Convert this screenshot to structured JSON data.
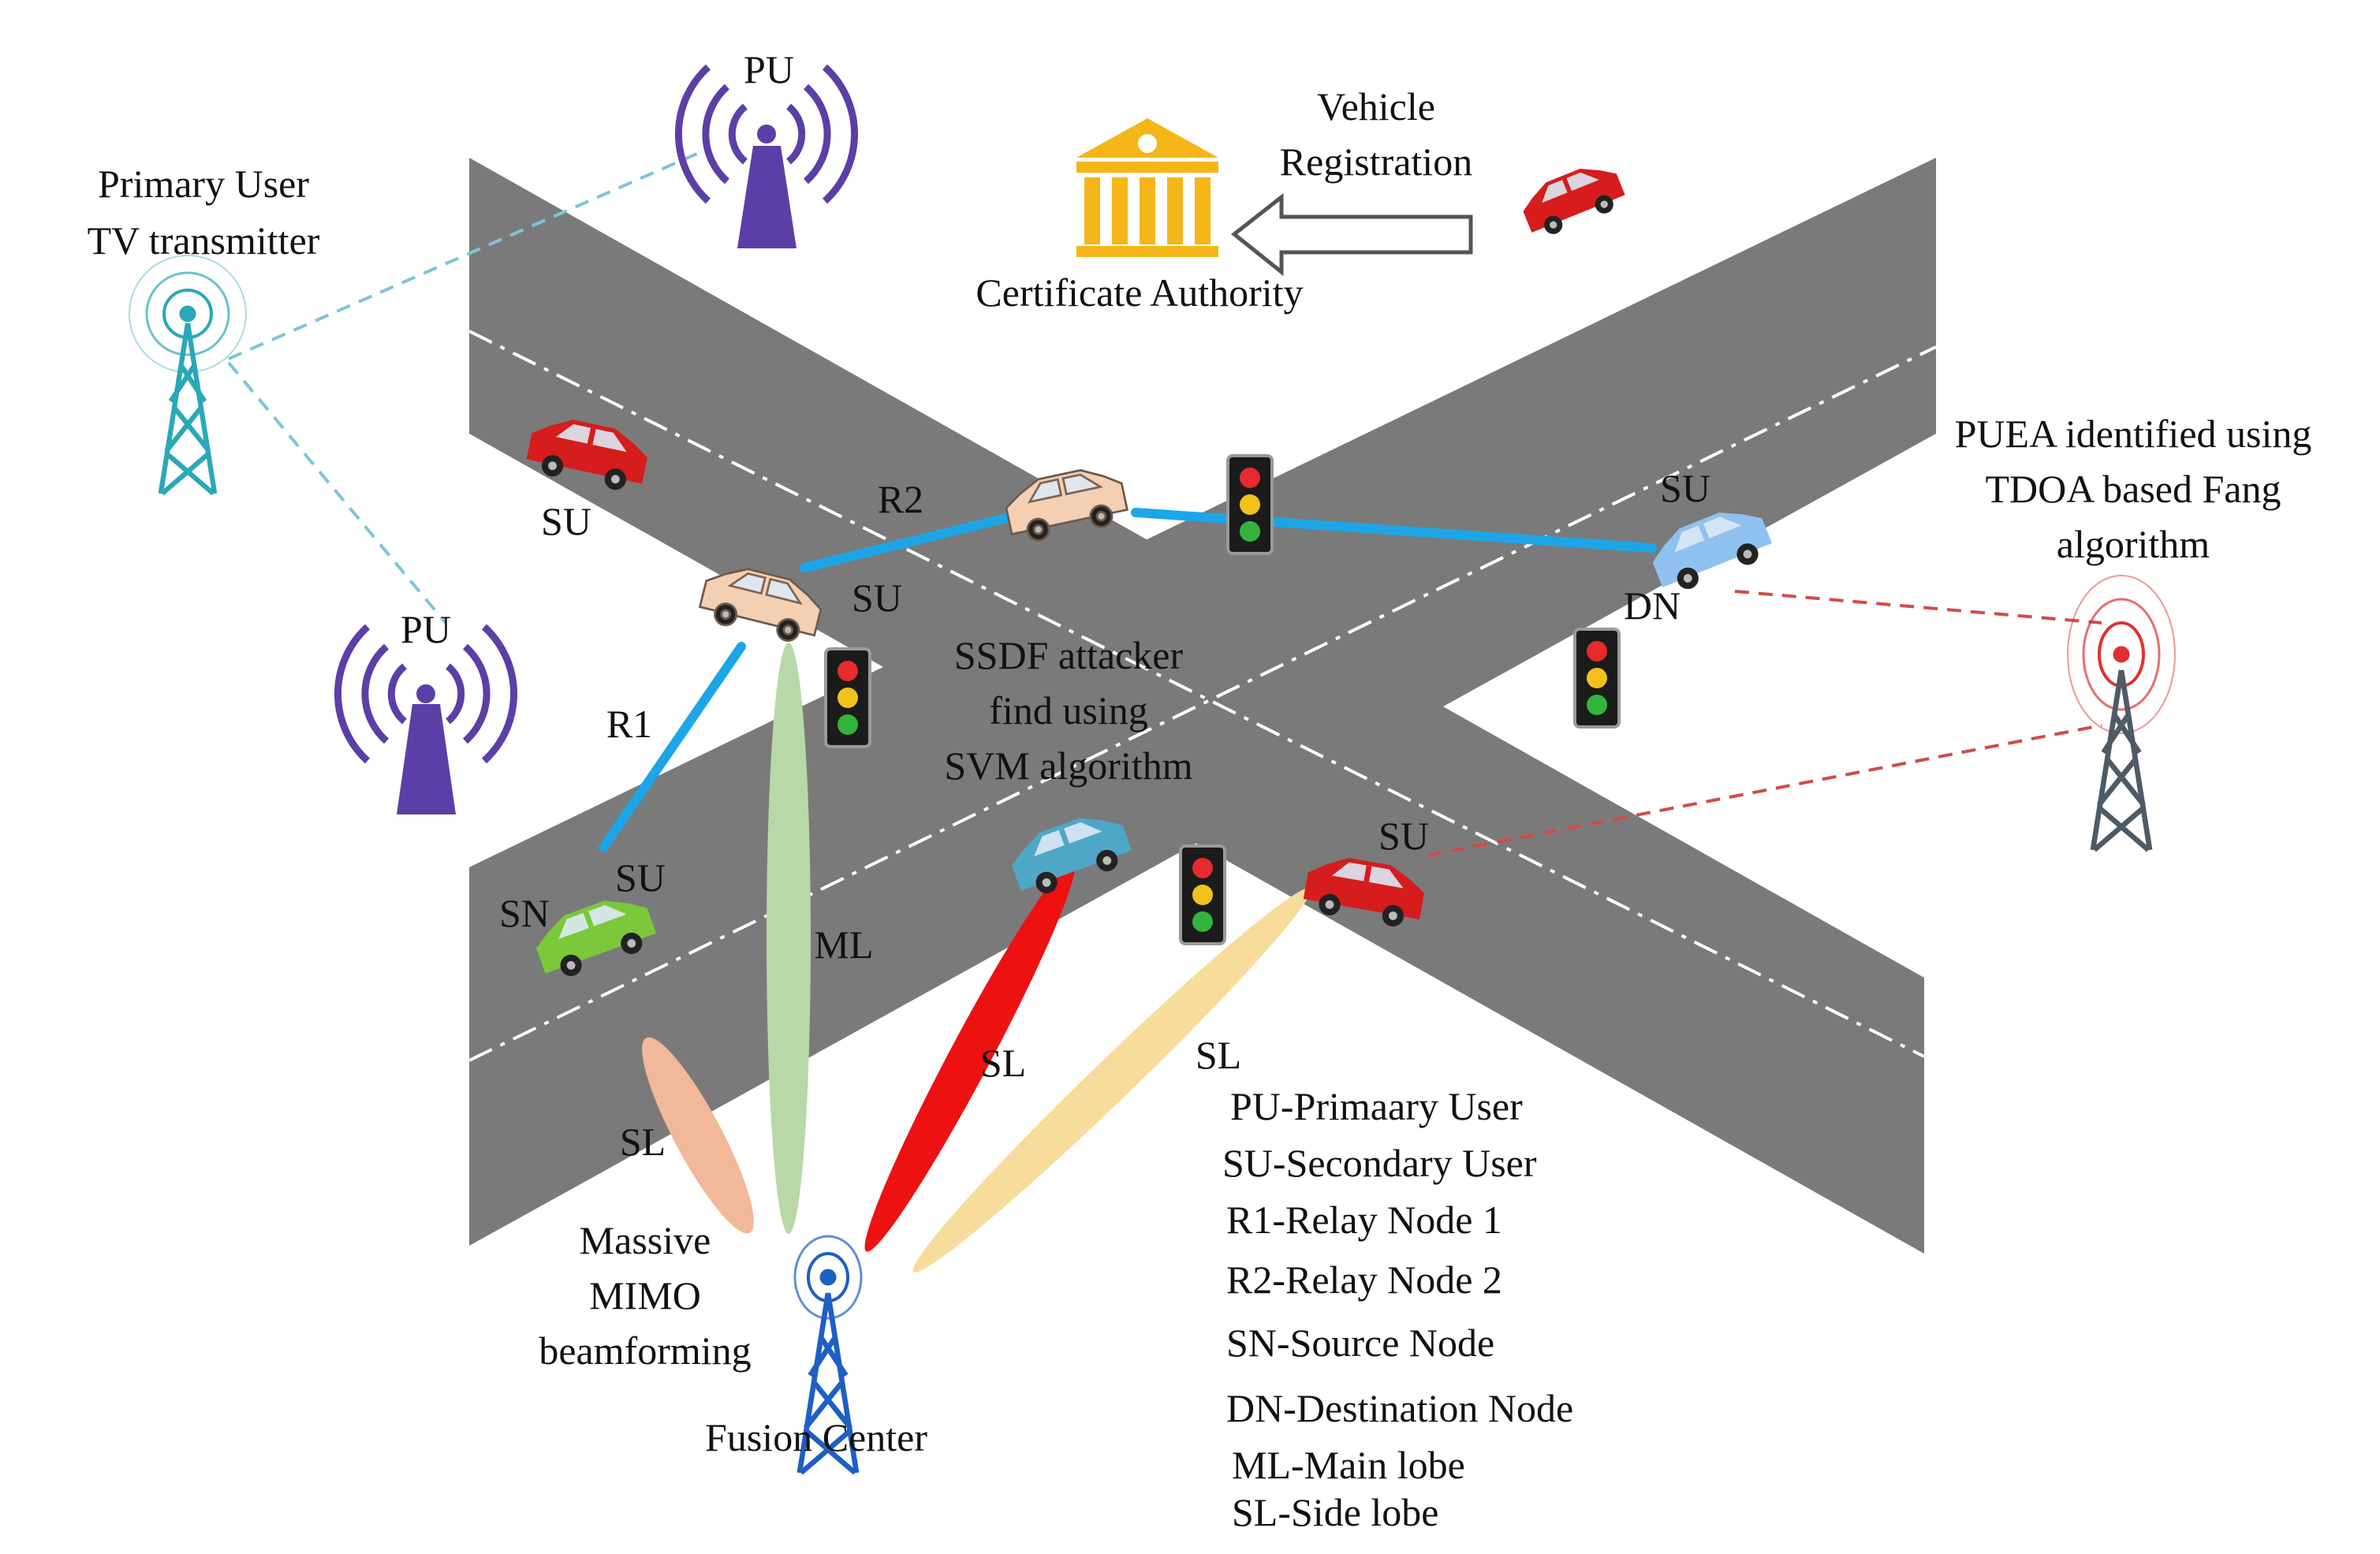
{
  "labels": {
    "primary_user_tv": [
      "Primary User",
      "TV transmitter"
    ],
    "pu_top": "PU",
    "pu_left": "PU",
    "vehicle_registration": [
      "Vehicle",
      "Registration"
    ],
    "certificate_authority": "Certificate Authority",
    "puea": [
      "PUEA identified using",
      "TDOA based Fang",
      "algorithm"
    ],
    "ssdf": [
      "SSDF attacker",
      "find using",
      "SVM algorithm"
    ],
    "su_topleft": "SU",
    "su_r2": "SU",
    "su_right": "SU",
    "su_sn": "SU",
    "su_red": "SU",
    "r1": "R1",
    "r2": "R2",
    "dn": "DN",
    "sn": "SN",
    "ml": "ML",
    "sl_orange": "SL",
    "sl_red": "SL",
    "sl_yellow": "SL",
    "massive_mimo": [
      "Massive",
      "MIMO",
      "beamforming"
    ],
    "fusion_center": "Fusion Center"
  },
  "legend": [
    "PU-Primaary User",
    "SU-Secondary User",
    "R1-Relay Node 1",
    "R2-Relay Node 2",
    "SN-Source Node",
    "DN-Destination Node",
    "ML-Main lobe",
    "SL-Side lobe"
  ],
  "icons": {
    "pu_tower": "radio-tower-icon",
    "tv_transmitter": "transmission-tower-icon",
    "attacker_tower": "transmission-tower-icon",
    "fusion_tower": "transmission-tower-icon",
    "certificate_authority": "bank-building-icon",
    "arrow": "left-arrow-icon",
    "traffic_light": "traffic-light-icon",
    "car": "car-icon"
  },
  "colors": {
    "road": "#7a7a7a",
    "relay_link": "#1ca6e8",
    "pu_purple": "#5b3fa6",
    "tv_cyan": "#2aa8b8",
    "attacker_red": "#e03030",
    "fusion_blue": "#1e5fc4",
    "lobe_main": "#b9d8a8",
    "lobe_orange": "#f1b899",
    "lobe_red": "#ee1111",
    "lobe_yellow": "#f7dc9c"
  }
}
